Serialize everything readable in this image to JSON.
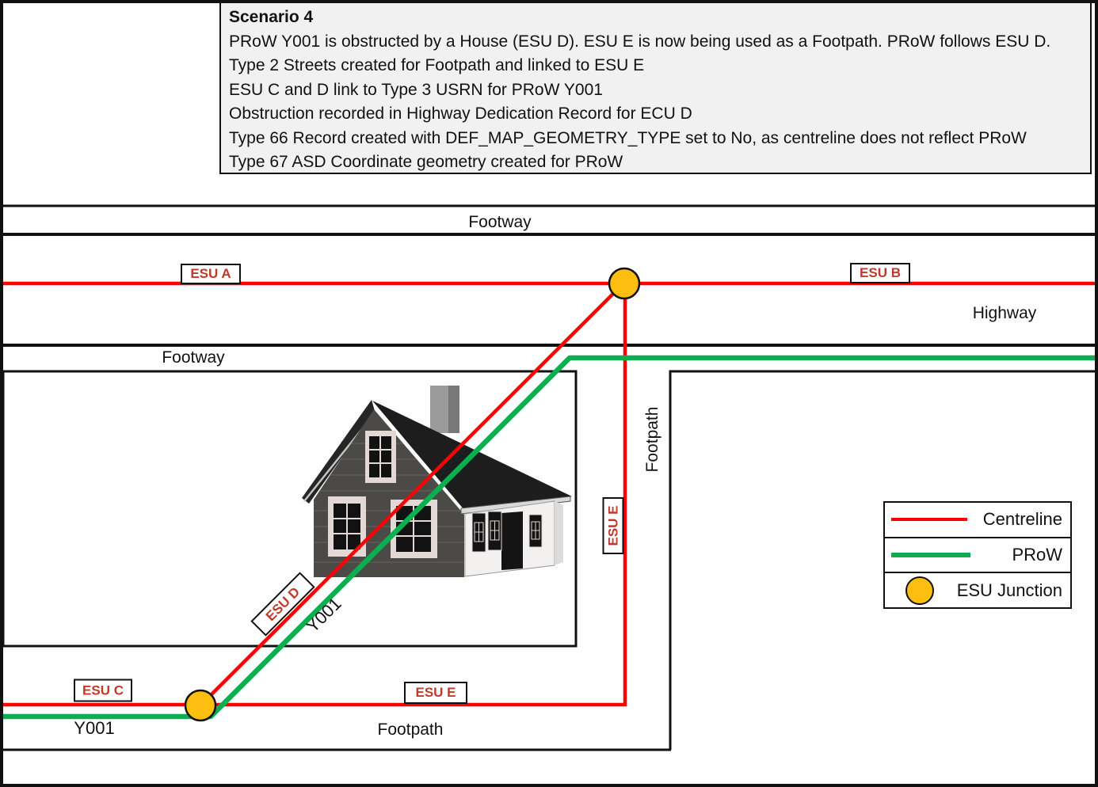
{
  "colors": {
    "centreline_red": "#fe0000",
    "prow_green": "#0fad52",
    "junction_fill": "#fcbf10",
    "esu_label_red": "#c0392b",
    "scenario_box_bg": "#f1f1f1",
    "line_black": "#111111"
  },
  "scenario": {
    "title": "Scenario 4",
    "lines": [
      "PRoW Y001 is obstructed by a House (ESU D). ESU E is now being used as a Footpath. PRoW follows ESU D.",
      "Type 2 Streets created for Footpath and linked to ESU E",
      "ESU C and D link to Type 3 USRN for PRoW Y001",
      "Obstruction recorded in Highway Dedication Record for ECU D",
      "Type 66 Record created with DEF_MAP_GEOMETRY_TYPE set to No, as centreline does not reflect PRoW",
      "Type 67 ASD Coordinate geometry created for PRoW"
    ]
  },
  "map": {
    "labels": {
      "footway_top": "Footway",
      "footway_left": "Footway",
      "highway": "Highway",
      "footpath_vertical": "Footpath",
      "footpath_bottom": "Footpath",
      "y001_diagonal": "Y001",
      "y001_bottom": "Y001"
    },
    "esu_labels": {
      "esu_a": "ESU A",
      "esu_b": "ESU B",
      "esu_c": "ESU C",
      "esu_d": "ESU D",
      "esu_e_vertical": "ESU E",
      "esu_e_bottom": "ESU E"
    }
  },
  "legend": {
    "items": [
      {
        "swatch": "centreline-red-line",
        "label": "Centreline"
      },
      {
        "swatch": "prow-green-line",
        "label": "PRoW"
      },
      {
        "swatch": "esu-junction-circle",
        "label": "ESU Junction"
      }
    ]
  }
}
